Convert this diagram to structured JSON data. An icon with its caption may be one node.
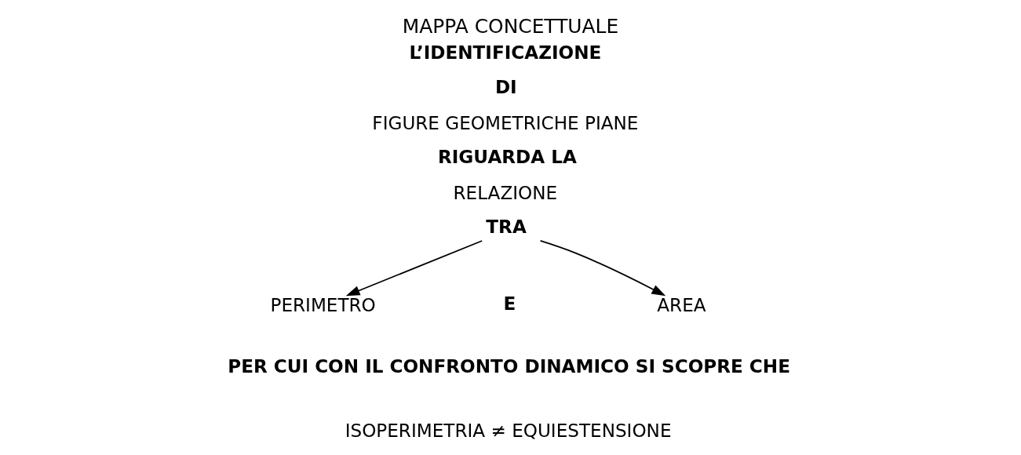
{
  "diagram": {
    "title": "MAPPA CONCETTUALE",
    "nodes": [
      {
        "text": [
          "TRA"
        ]
      },
      {
        "text": [
          "PERIMETRO"
        ]
      },
      {
        "text": [
          "AREA"
        ]
      }
    ],
    "edges": [
      {
        "from": 0,
        "to": 1,
        "arrow": "to"
      },
      {
        "from": 0,
        "to": 2,
        "arrow": "to"
      }
    ],
    "labels": [
      "L’IDENTIFICAZIONE",
      "DI",
      "FIGURE GEOMETRICHE PIANE",
      "RIGUARDA LA",
      "RELAZIONE",
      "E",
      "PER CUI CON IL CONFRONTO DINAMICO SI SCOPRE CHE",
      "ISOPERIMETRIA ≠ EQUIESTENSIONE"
    ]
  }
}
